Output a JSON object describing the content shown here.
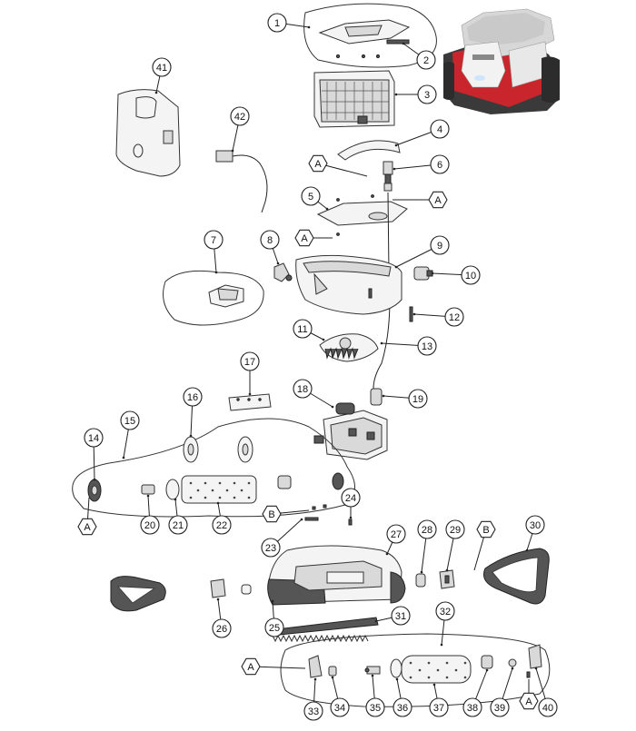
{
  "diagram": {
    "parts": [
      "1",
      "2",
      "3",
      "4",
      "5",
      "6",
      "7",
      "8",
      "9",
      "10",
      "11",
      "12",
      "13",
      "14",
      "15",
      "16",
      "17",
      "18",
      "19",
      "20",
      "21",
      "22",
      "23",
      "24",
      "25",
      "26",
      "27",
      "28",
      "29",
      "30",
      "31",
      "32",
      "33",
      "34",
      "35",
      "36",
      "37",
      "38",
      "39",
      "40",
      "41",
      "42"
    ],
    "refs": [
      "A",
      "A",
      "A",
      "A",
      "B",
      "B",
      "A",
      "A"
    ],
    "colors": {
      "line": "#222222",
      "part_fill": "#f4f4f4",
      "dark_fill": "#555555",
      "robot_red": "#c8262c",
      "robot_grey": "#b8b8b8"
    }
  }
}
